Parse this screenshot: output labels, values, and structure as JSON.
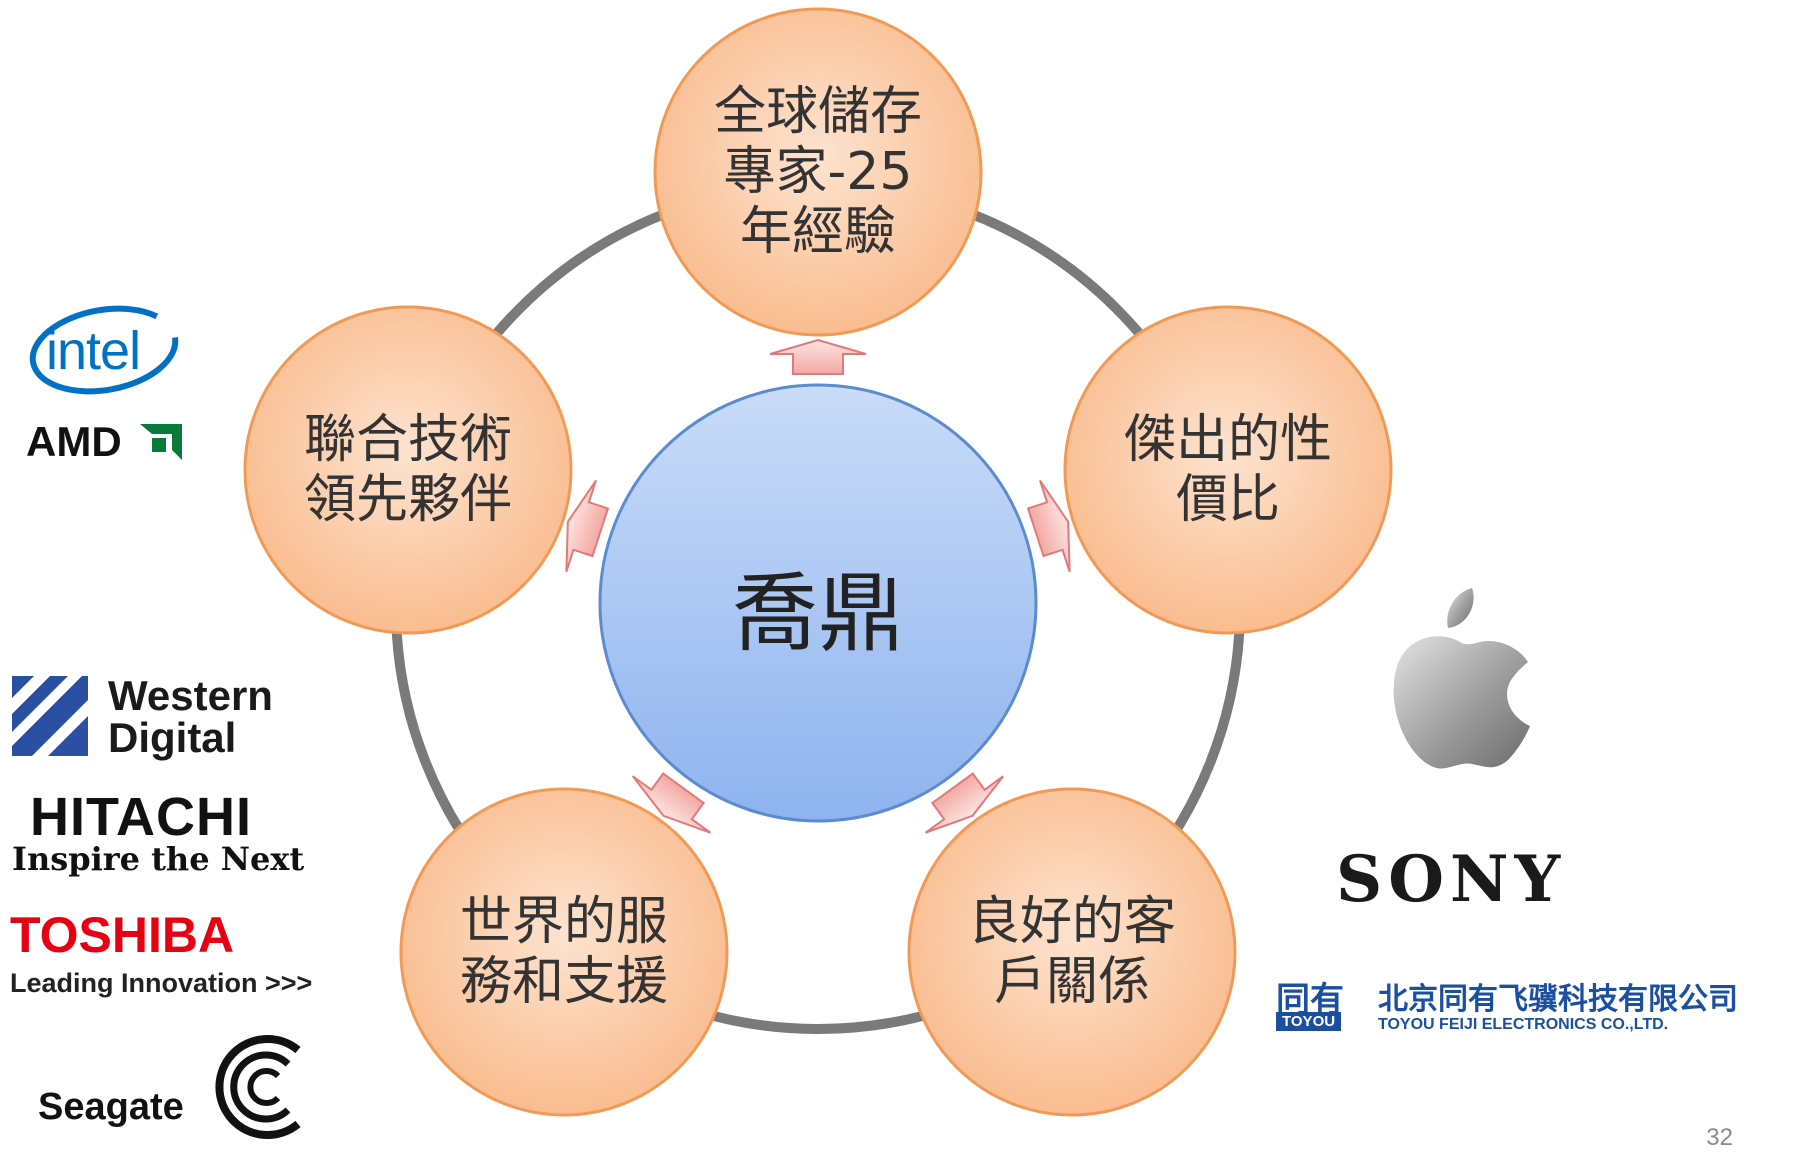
{
  "diagram": {
    "center_label": "喬鼎",
    "nodes": [
      {
        "id": "top",
        "text": "全球儲存\n專家-25\n年經驗"
      },
      {
        "id": "right",
        "text": "傑出的性\n價比"
      },
      {
        "id": "bottom-right",
        "text": "良好的客\n戶關係"
      },
      {
        "id": "bottom-left",
        "text": "世界的服\n務和支援"
      },
      {
        "id": "left",
        "text": "聯合技術\n領先夥伴"
      }
    ]
  },
  "logos": {
    "intel": "intel",
    "amd": "AMD",
    "western_digital_line1": "Western",
    "western_digital_line2": "Digital",
    "hitachi": "HITACHI",
    "hitachi_tagline": "Inspire the Next",
    "toshiba": "TOSHIBA",
    "toshiba_tagline": "Leading Innovation >>>",
    "seagate": "Seagate",
    "sony": "SONY",
    "toyou_cn_short": "同有",
    "toyou_en_short": "TOYOU",
    "toyou_cn_full": "北京同有飞骥科技有限公司",
    "toyou_en_full": "TOYOU FEIJI ELECTRONICS CO.,LTD."
  },
  "page_number": "32",
  "colors": {
    "ring": "#7f7f7f",
    "node_fill": "#fac090",
    "node_border": "#f79646",
    "center_fill": "#a7c6f5",
    "center_border": "#4f81bd",
    "arrow_fill": "#f6c9c4",
    "arrow_border": "#e07a7a",
    "intel_blue": "#0071c5",
    "toshiba_red": "#e60012",
    "toyou_blue": "#1b4fa0"
  }
}
